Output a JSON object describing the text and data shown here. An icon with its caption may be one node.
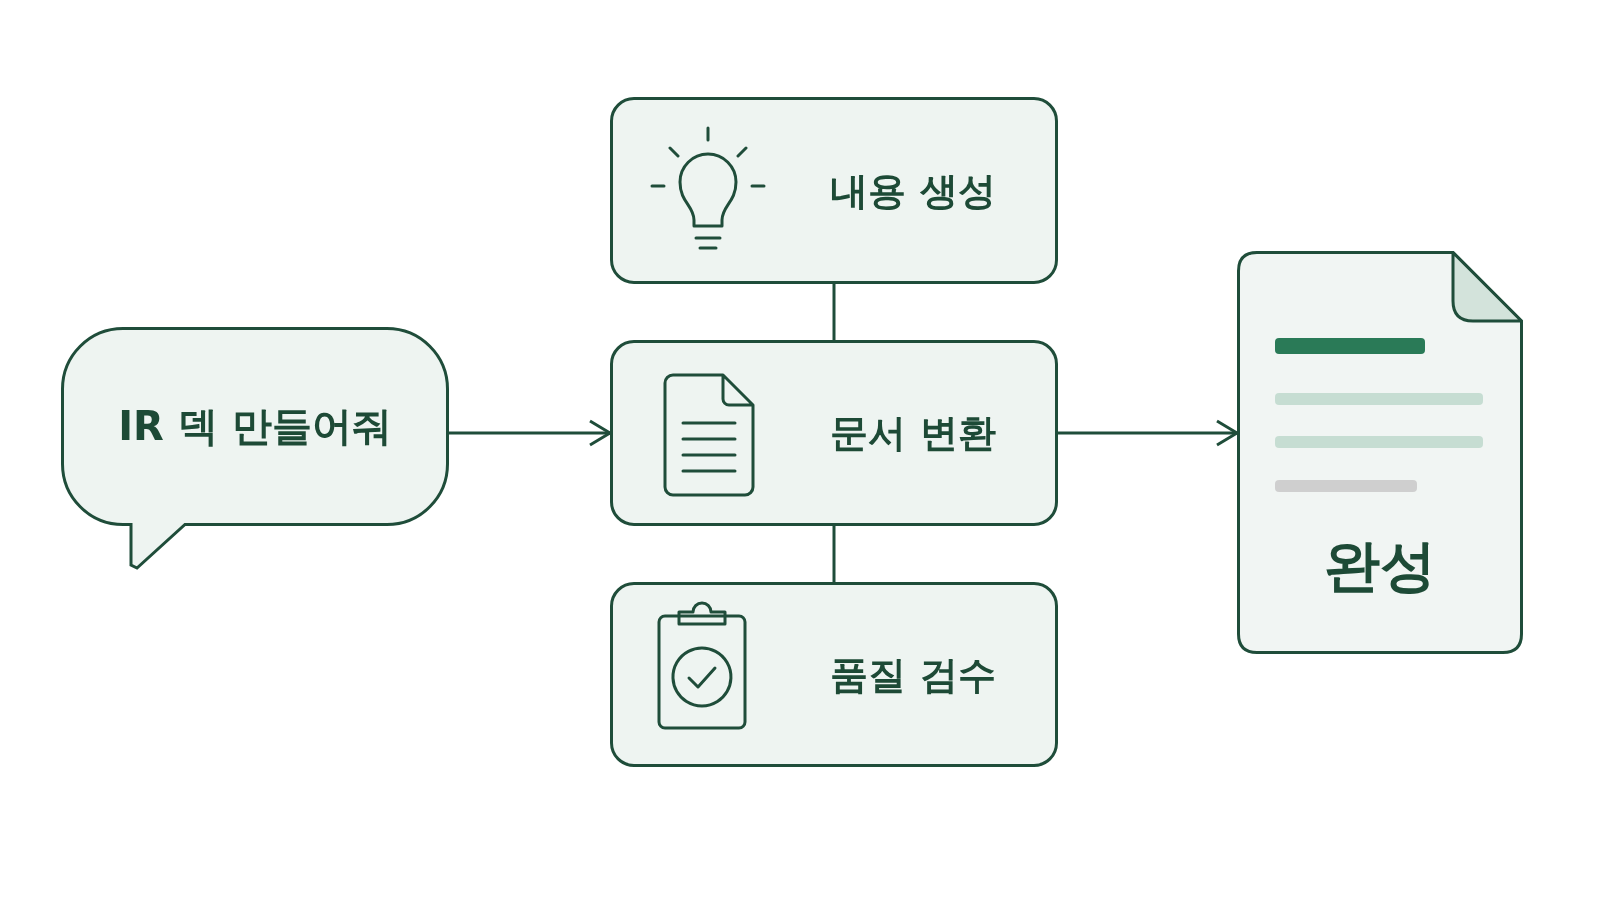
{
  "diagram": {
    "nodes": [
      {
        "text": [
          "IR 덱 만들어줘"
        ]
      },
      {
        "text": [
          "내용 생성"
        ]
      },
      {
        "text": [
          "문서 변환"
        ]
      },
      {
        "text": [
          "품질 검수"
        ]
      },
      {
        "text": [
          "완성"
        ]
      }
    ],
    "edges": [
      {
        "from": 0,
        "to": 2,
        "arrow": "to"
      },
      {
        "from": 1,
        "to": 2,
        "arrow": "none"
      },
      {
        "from": 2,
        "to": 3,
        "arrow": "none"
      },
      {
        "from": 2,
        "to": 4,
        "arrow": "to"
      }
    ]
  }
}
